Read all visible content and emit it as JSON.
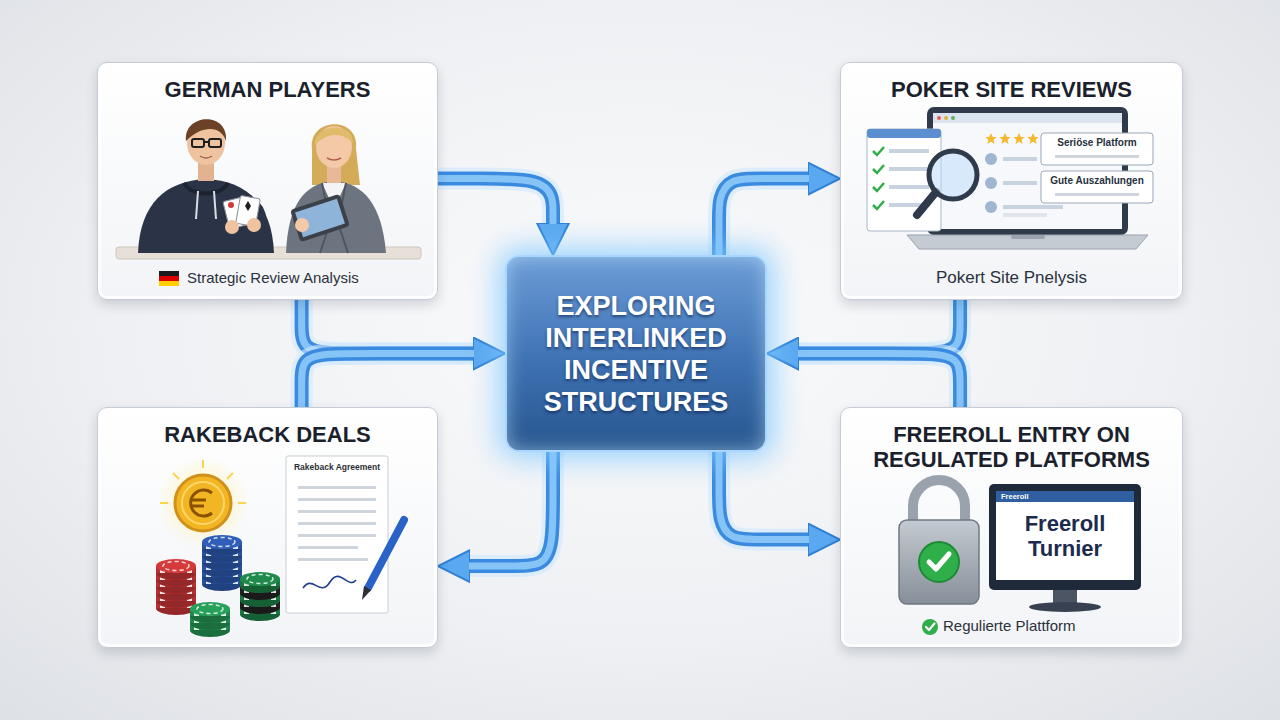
{
  "diagram": {
    "nodes": [
      {
        "text": [
          "GERMAN PLAYERS",
          "Strategic Review Analysis"
        ]
      },
      {
        "text": [
          "POKER SITE REVIEWS",
          "Pokert Site Pnelysis"
        ]
      },
      {
        "text": [
          "EXPLORING INTERLINKED INCENTIVE STRUCTURES"
        ]
      },
      {
        "text": [
          "RAKEBACK DEALS"
        ]
      },
      {
        "text": [
          "FREEROLL ENTRY ON REGULATED PLATFORMS",
          "Regulierte Plattform"
        ]
      }
    ],
    "edges": [
      {
        "from": 0,
        "to": 2,
        "arrow": "to"
      },
      {
        "from": 0,
        "to": 2,
        "arrow": "to"
      },
      {
        "from": 3,
        "to": 2,
        "arrow": "to"
      },
      {
        "from": 2,
        "to": 1,
        "arrow": "to"
      },
      {
        "from": 1,
        "to": 2,
        "arrow": "to"
      },
      {
        "from": 4,
        "to": 2,
        "arrow": "to"
      },
      {
        "from": 2,
        "to": 3,
        "arrow": "to"
      },
      {
        "from": 2,
        "to": 4,
        "arrow": "to"
      }
    ],
    "labels": [
      "Seriöse Platform",
      "Gute Auszahlungen",
      "Rakeback Agreement",
      "Freeroll",
      "Freeroll Turnier"
    ]
  }
}
